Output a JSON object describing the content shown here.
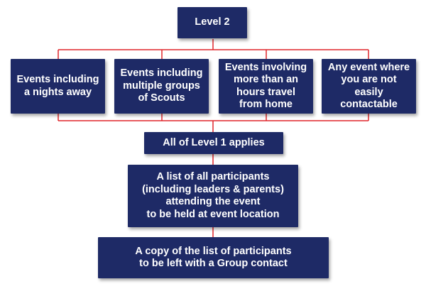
{
  "diagram": {
    "top": "Level 2",
    "branches": [
      "Events including\na nights away",
      "Events including\nmultiple groups\nof Scouts",
      "Events involving\nmore than an\nhours travel\nfrom home",
      "Any event where\nyou are not\neasily\ncontactable"
    ],
    "level1": "All of Level 1 applies",
    "participants": "A list of all participants\n(including leaders & parents)\nattending the event\nto be held at event location",
    "copy": "A copy of the list of participants\nto be left with a Group contact"
  },
  "colors": {
    "box": "#1e2a66",
    "text": "#ffffff",
    "connector": "#e0262b"
  }
}
